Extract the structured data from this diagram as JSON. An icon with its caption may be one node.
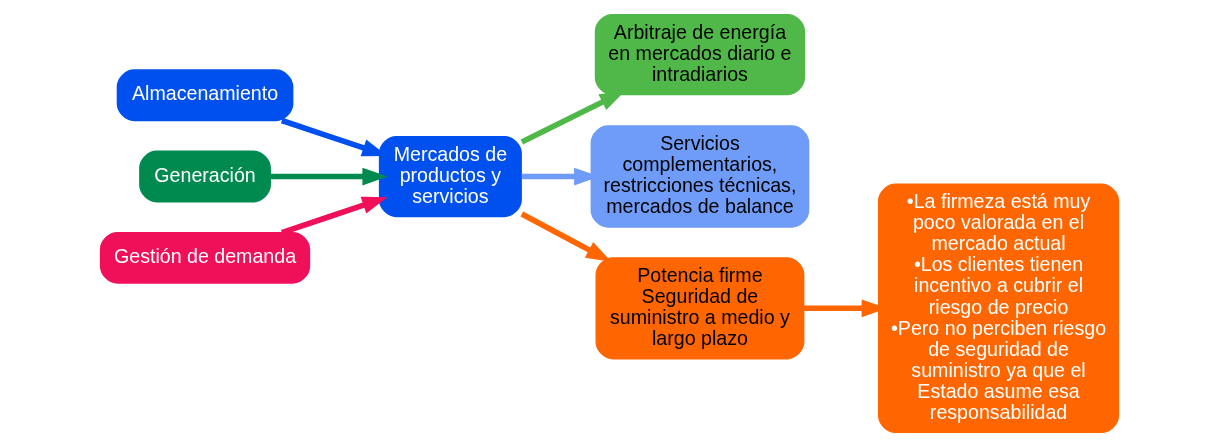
{
  "diagram": {
    "nodes": [
      {
        "text": [
          "Almacenamiento"
        ]
      },
      {
        "text": [
          "Generación"
        ]
      },
      {
        "text": [
          "Gestión de demanda"
        ]
      },
      {
        "text": [
          "Mercados de productos y servicios"
        ]
      },
      {
        "text": [
          "Arbitraje de energía en mercados diario e intradiarios"
        ]
      },
      {
        "text": [
          "Servicios complementarios, restricciones técnicas, mercados de balance"
        ]
      },
      {
        "text": [
          "Potencia firme Seguridad de suministro a medio y largo plazo"
        ]
      },
      {
        "text": [
          "•La firmeza está muy poco valorada en el mercado actual",
          "•Los clientes tienen incentivo a cubrir el riesgo de precio",
          "•Pero no perciben riesgo de seguridad de suministro ya que el Estado asume esa responsabilidad"
        ]
      }
    ],
    "edges": [
      {
        "from": 0,
        "to": 3,
        "arrow": "to",
        "color": "#0050f0"
      },
      {
        "from": 1,
        "to": 3,
        "arrow": "to",
        "color": "#008a50"
      },
      {
        "from": 2,
        "to": 3,
        "arrow": "to",
        "color": "#f0105a"
      },
      {
        "from": 3,
        "to": 4,
        "arrow": "to",
        "color": "#50b848"
      },
      {
        "from": 3,
        "to": 5,
        "arrow": "to",
        "color": "#6e9cf8"
      },
      {
        "from": 3,
        "to": 6,
        "arrow": "to",
        "color": "#ff6600"
      },
      {
        "from": 6,
        "to": 7,
        "arrow": "to",
        "color": "#ff6600"
      }
    ]
  }
}
